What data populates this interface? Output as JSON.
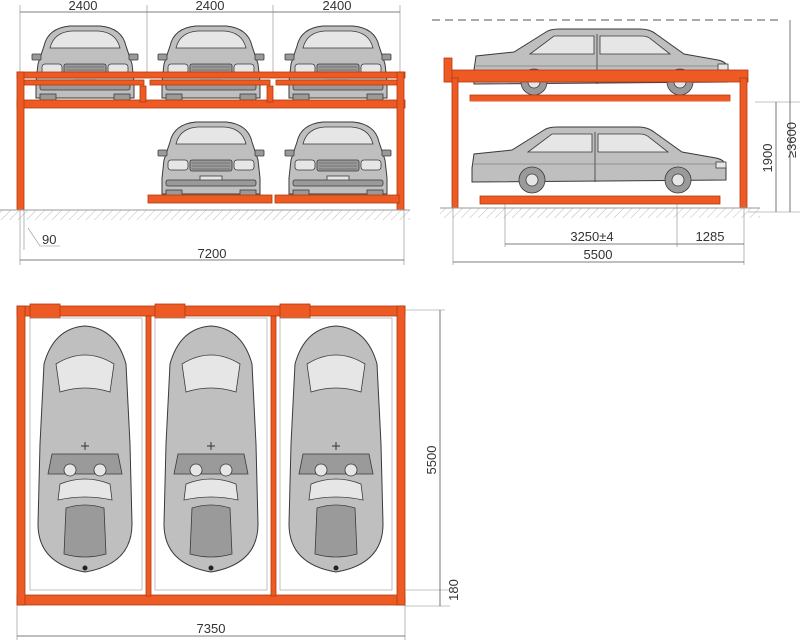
{
  "colors": {
    "frame": "#ee5a24",
    "car_body": "#bfbfbf",
    "dimension": "#555555"
  },
  "front_view": {
    "module_widths": [
      "2400",
      "2400",
      "2400"
    ],
    "total_width": "7200",
    "column_offset": "90"
  },
  "side_view": {
    "height_min": "≥3600",
    "level_height": "1900",
    "platform_length": "3250±4",
    "rear_clearance": "1285",
    "total_length": "5500"
  },
  "plan_view": {
    "depth": "5500",
    "end_offset": "180",
    "total_width": "7350"
  }
}
